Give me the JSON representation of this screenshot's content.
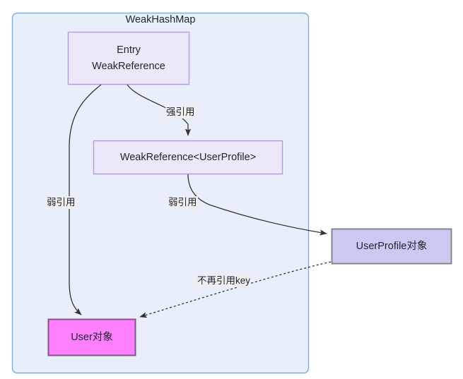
{
  "diagram": {
    "type": "flowchart",
    "cluster": {
      "title": "WeakHashMap",
      "fill": "#e8effa",
      "stroke": "#7ab0d8"
    },
    "nodes": [
      {
        "id": "entry",
        "line1": "Entry",
        "line2": "WeakReference",
        "fill": "#ece8fa",
        "stroke": "#b79be0"
      },
      {
        "id": "weakref",
        "line1": "WeakReference<UserProfile>",
        "line2": "",
        "fill": "#ece8fa",
        "stroke": "#b79be0"
      },
      {
        "id": "userprofile",
        "line1": "UserProfile对象",
        "line2": "",
        "fill": "#c9c9f2",
        "stroke": "#88888a"
      },
      {
        "id": "user",
        "line1": "User对象",
        "line2": "",
        "fill": "#ff80ff",
        "stroke": "#86528b"
      }
    ],
    "edges": [
      {
        "id": "entry-to-weakref",
        "label": "强引用",
        "style": "solid"
      },
      {
        "id": "entry-to-user",
        "label": "弱引用",
        "style": "solid"
      },
      {
        "id": "weakref-to-userprofile",
        "label": "弱引用",
        "style": "solid"
      },
      {
        "id": "userprofile-to-user",
        "label": "不再引用key",
        "style": "dotted"
      }
    ]
  }
}
